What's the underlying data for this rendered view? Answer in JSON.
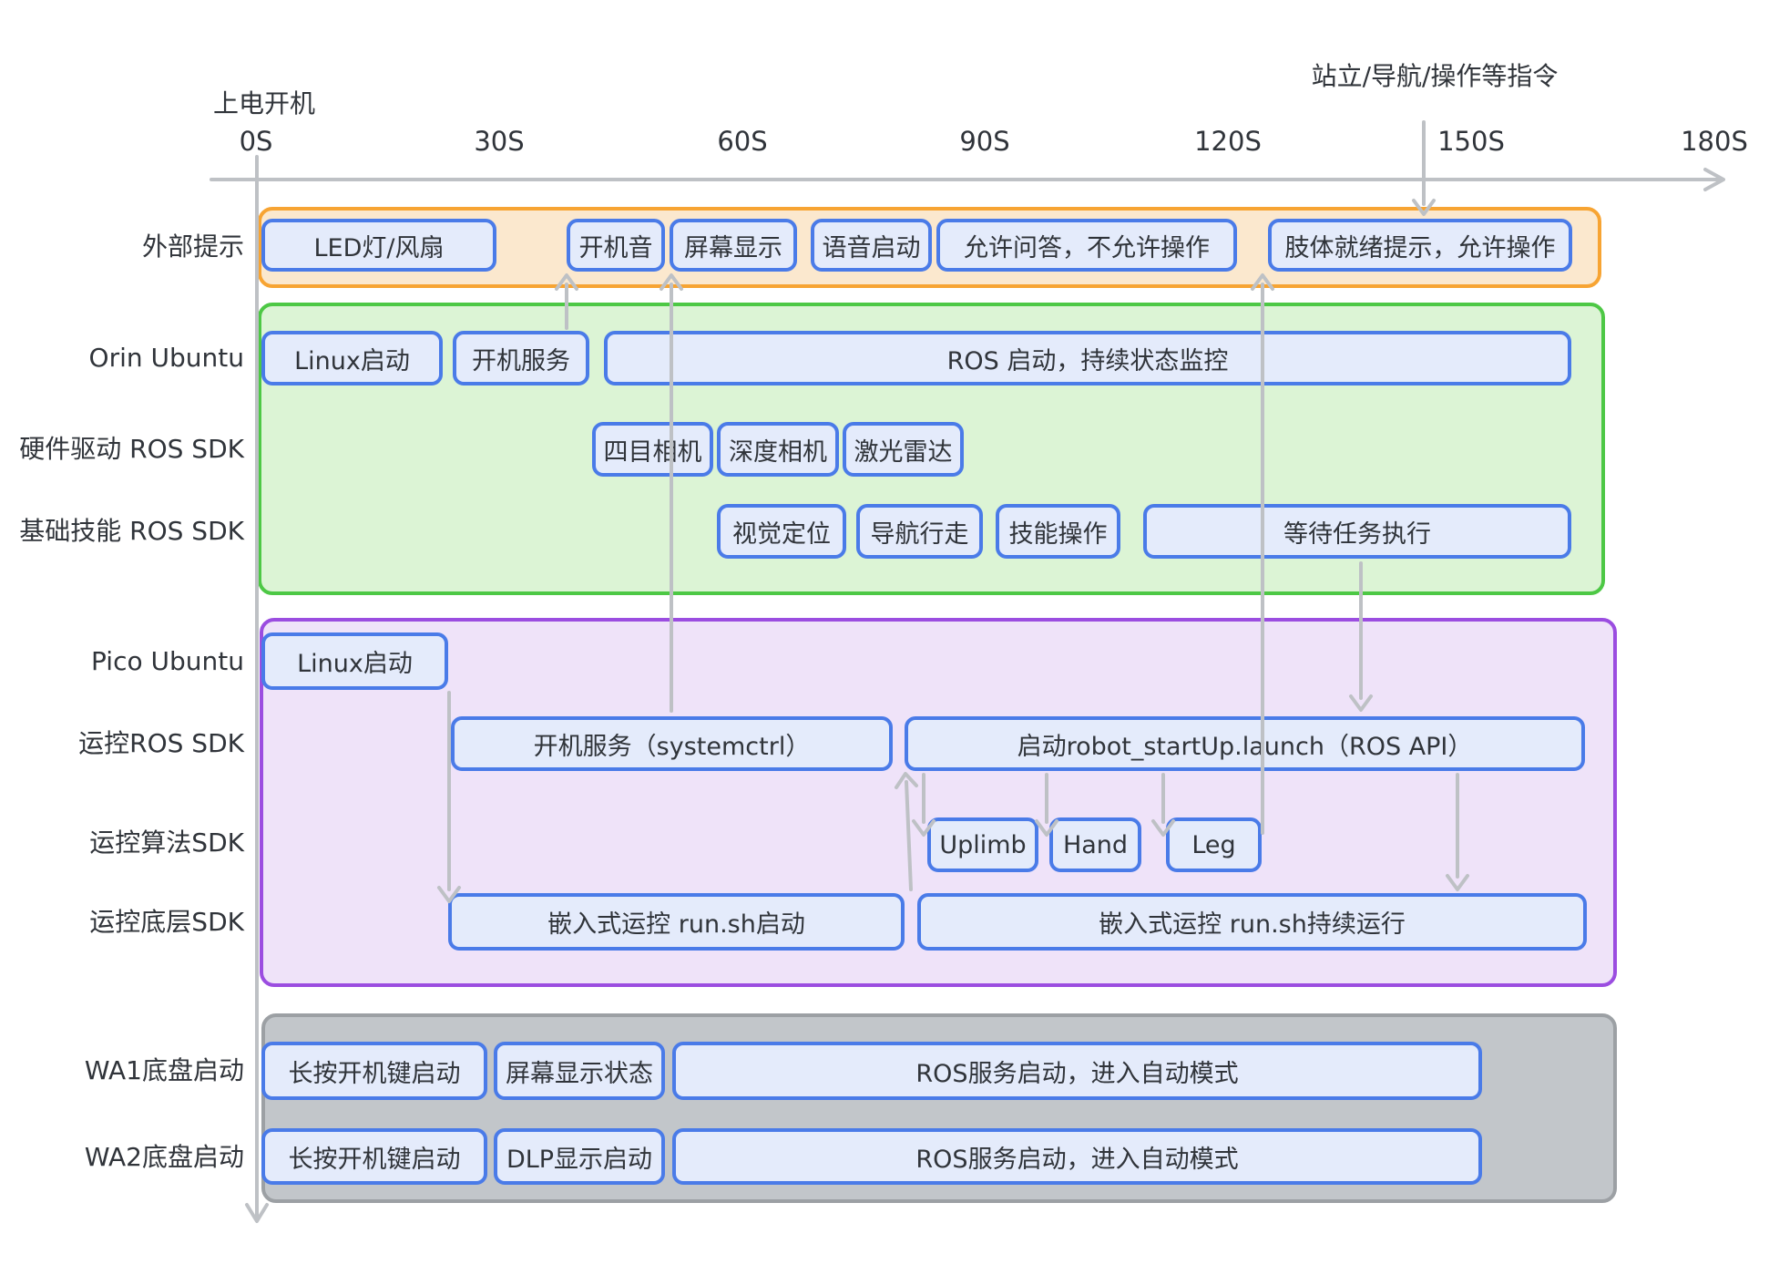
{
  "annotations": {
    "power_on": "上电开机",
    "command": "站立/导航/操作等指令"
  },
  "timeline": {
    "ticks": [
      "0S",
      "30S",
      "60S",
      "90S",
      "120S",
      "150S",
      "180S"
    ]
  },
  "rows": {
    "external": {
      "label": "外部提示",
      "boxes": {
        "led_fan": "LED灯/风扇",
        "boot_sound": "开机音",
        "screen_display": "屏幕显示",
        "voice_start": "语音启动",
        "qa_only": "允许问答，不允许操作",
        "limb_ready": "肢体就绪提示，允许操作"
      }
    },
    "orin": {
      "label": "Orin Ubuntu",
      "boxes": {
        "linux_boot": "Linux启动",
        "boot_service": "开机服务",
        "ros_monitor": "ROS 启动，持续状态监控"
      }
    },
    "hw_driver": {
      "label": "硬件驱动 ROS SDK",
      "boxes": {
        "quad_camera": "四目相机",
        "depth_camera": "深度相机",
        "lidar": "激光雷达"
      }
    },
    "basic_skill": {
      "label": "基础技能 ROS SDK",
      "boxes": {
        "visual_loc": "视觉定位",
        "nav_walk": "导航行走",
        "skill_op": "技能操作",
        "wait_task": "等待任务执行"
      }
    },
    "pico": {
      "label": "Pico Ubuntu",
      "boxes": {
        "linux_boot": "Linux启动"
      }
    },
    "motion_ros": {
      "label": "运控ROS SDK",
      "boxes": {
        "boot_service": "开机服务（systemctrl）",
        "robot_startup": "启动robot_startUp.launch（ROS API）"
      }
    },
    "motion_algo": {
      "label": "运控算法SDK",
      "boxes": {
        "uplimb": "Uplimb",
        "hand": "Hand",
        "leg": "Leg"
      }
    },
    "motion_low": {
      "label": "运控底层SDK",
      "boxes": {
        "run_start": "嵌入式运控 run.sh启动",
        "run_keep": "嵌入式运控 run.sh持续运行"
      }
    },
    "wa1": {
      "label": "WA1底盘启动",
      "boxes": {
        "long_press": "长按开机键启动",
        "screen_status": "屏幕显示状态",
        "ros_auto": "ROS服务启动，进入自动模式"
      }
    },
    "wa2": {
      "label": "WA2底盘启动",
      "boxes": {
        "long_press": "长按开机键启动",
        "dlp_start": "DLP显示启动",
        "ros_auto": "ROS服务启动，进入自动模式"
      }
    }
  },
  "colors": {
    "band_external_border": "#F7A433",
    "band_external_fill": "#FBE8CE",
    "band_compute_border": "#4DC845",
    "band_compute_fill": "#DCF4D5",
    "band_motion_border": "#9B4DE0",
    "band_motion_fill": "#EFE3F9",
    "band_chassis_border": "#9CA0A4",
    "band_chassis_fill": "#C2C6CA",
    "task_box_border": "#4A7BE8",
    "task_box_fill": "#E4EBFB",
    "arrow": "#BEC1C5",
    "text": "#30343A"
  }
}
